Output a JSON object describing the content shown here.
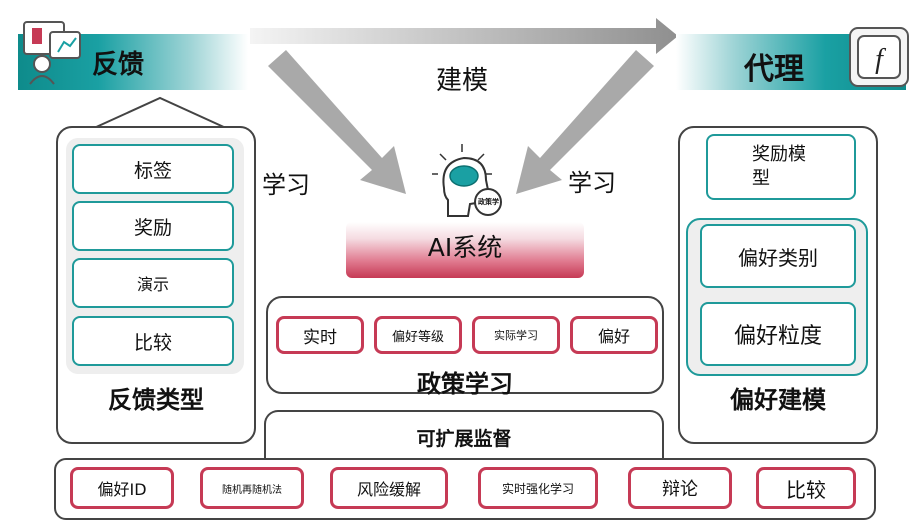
{
  "top": {
    "feedback_label": "反馈",
    "modeling_label": "建模",
    "agent_label": "代理",
    "learn_left": "学习",
    "learn_right": "学习"
  },
  "center": {
    "ai_system": "AI系统",
    "brain_badge": "政策学"
  },
  "feedback_types": {
    "title": "反馈类型",
    "items": [
      "标签",
      "奖励",
      "演示",
      "比较"
    ]
  },
  "policy_learning": {
    "title": "政策学习",
    "items": [
      "实时",
      "偏好等级",
      "实际学习",
      "偏好"
    ]
  },
  "preference_modeling": {
    "title": "偏好建模",
    "reward_model": "奖励模型",
    "items": [
      "偏好类别",
      "偏好粒度"
    ]
  },
  "scalable_oversight": {
    "title": "可扩展监督",
    "items": [
      "偏好ID",
      "随机再随机法",
      "风险缓解",
      "实时强化学习",
      "辩论",
      "比较"
    ]
  },
  "colors": {
    "teal": "#1aa0a3",
    "crimson": "#c63a55",
    "arrow_gray": "#a8a8a8"
  }
}
